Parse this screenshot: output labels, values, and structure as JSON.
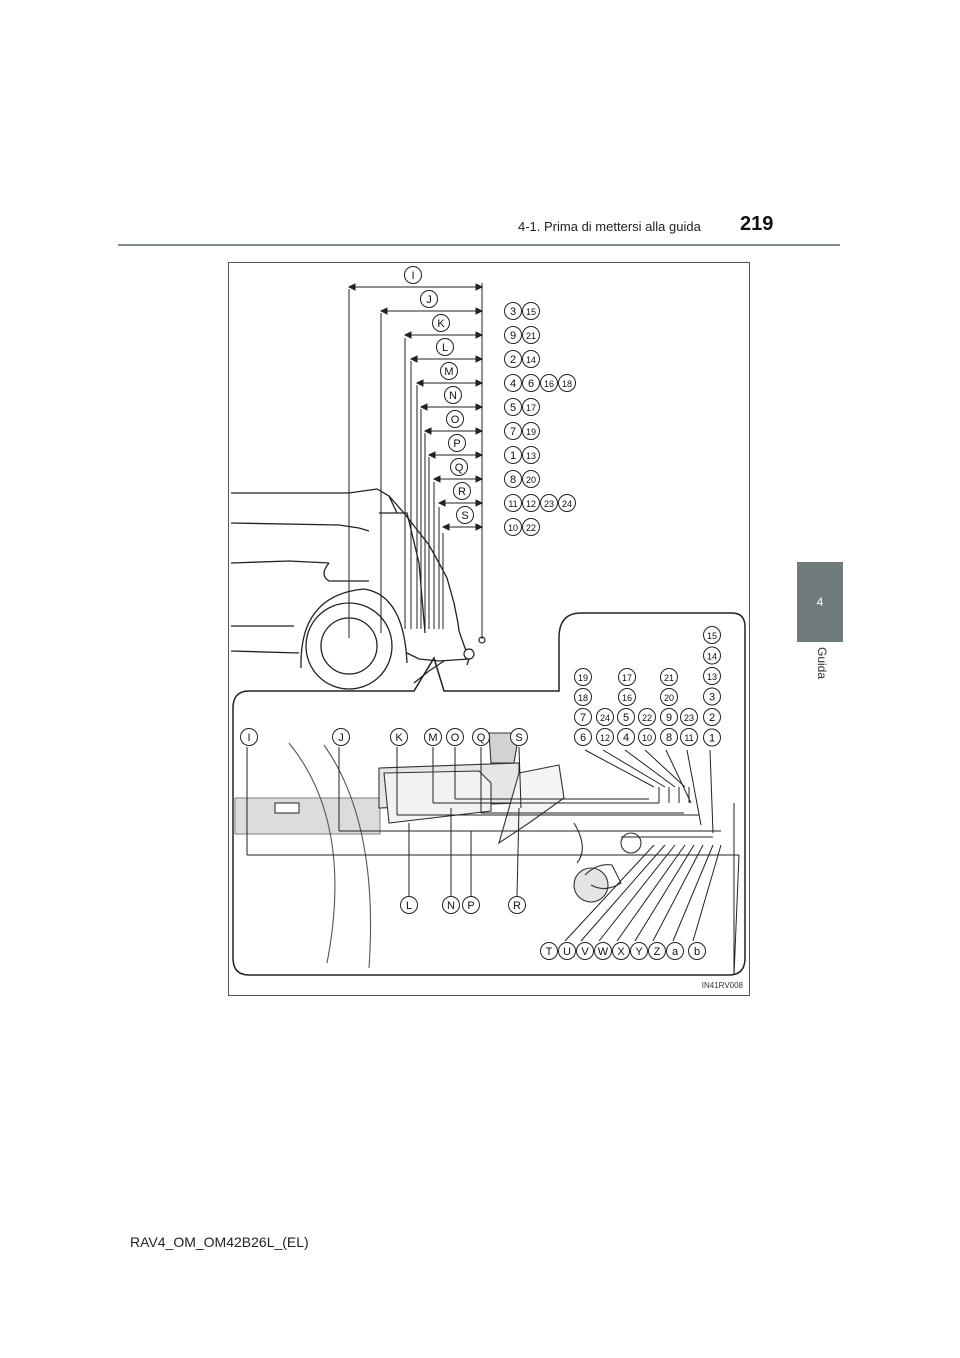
{
  "header": {
    "section": "4-1. Prima di mettersi alla guida",
    "page_number": "219"
  },
  "side_tab": {
    "chapter_number": "4",
    "chapter_label": "Guida"
  },
  "figure": {
    "code": "IN41RV008",
    "top_letter_rows": [
      {
        "letter": "I",
        "numbers": []
      },
      {
        "letter": "J",
        "numbers": [
          "3",
          "15"
        ]
      },
      {
        "letter": "K",
        "numbers": [
          "9",
          "21"
        ]
      },
      {
        "letter": "L",
        "numbers": [
          "2",
          "14"
        ]
      },
      {
        "letter": "M",
        "numbers": [
          "4",
          "6",
          "16",
          "18"
        ]
      },
      {
        "letter": "N",
        "numbers": [
          "5",
          "17"
        ]
      },
      {
        "letter": "O",
        "numbers": [
          "7",
          "19"
        ]
      },
      {
        "letter": "P",
        "numbers": [
          "1",
          "13"
        ]
      },
      {
        "letter": "Q",
        "numbers": [
          "8",
          "20"
        ]
      },
      {
        "letter": "R",
        "numbers": [
          "11",
          "12",
          "23",
          "24"
        ]
      },
      {
        "letter": "S",
        "numbers": [
          "10",
          "22"
        ]
      }
    ],
    "detail_number_column": [
      "15",
      "14",
      "13",
      "3",
      "2",
      "1"
    ],
    "detail_number_rows": [
      [
        "19",
        "17",
        "21"
      ],
      [
        "18",
        "16",
        "20"
      ],
      [
        "7",
        "24",
        "5",
        "22",
        "9",
        "23"
      ],
      [
        "6",
        "12",
        "4",
        "10",
        "8",
        "11"
      ]
    ],
    "detail_upper_letters": [
      "I",
      "J",
      "K",
      "M",
      "O",
      "Q",
      "S"
    ],
    "detail_lower_letters": [
      "L",
      "N",
      "P",
      "R"
    ],
    "detail_bottom_letters": [
      "T",
      "U",
      "V",
      "W",
      "X",
      "Y",
      "Z",
      "a",
      "b"
    ]
  },
  "footer": {
    "manual_code": "RAV4_OM_OM42B26L_(EL)"
  }
}
